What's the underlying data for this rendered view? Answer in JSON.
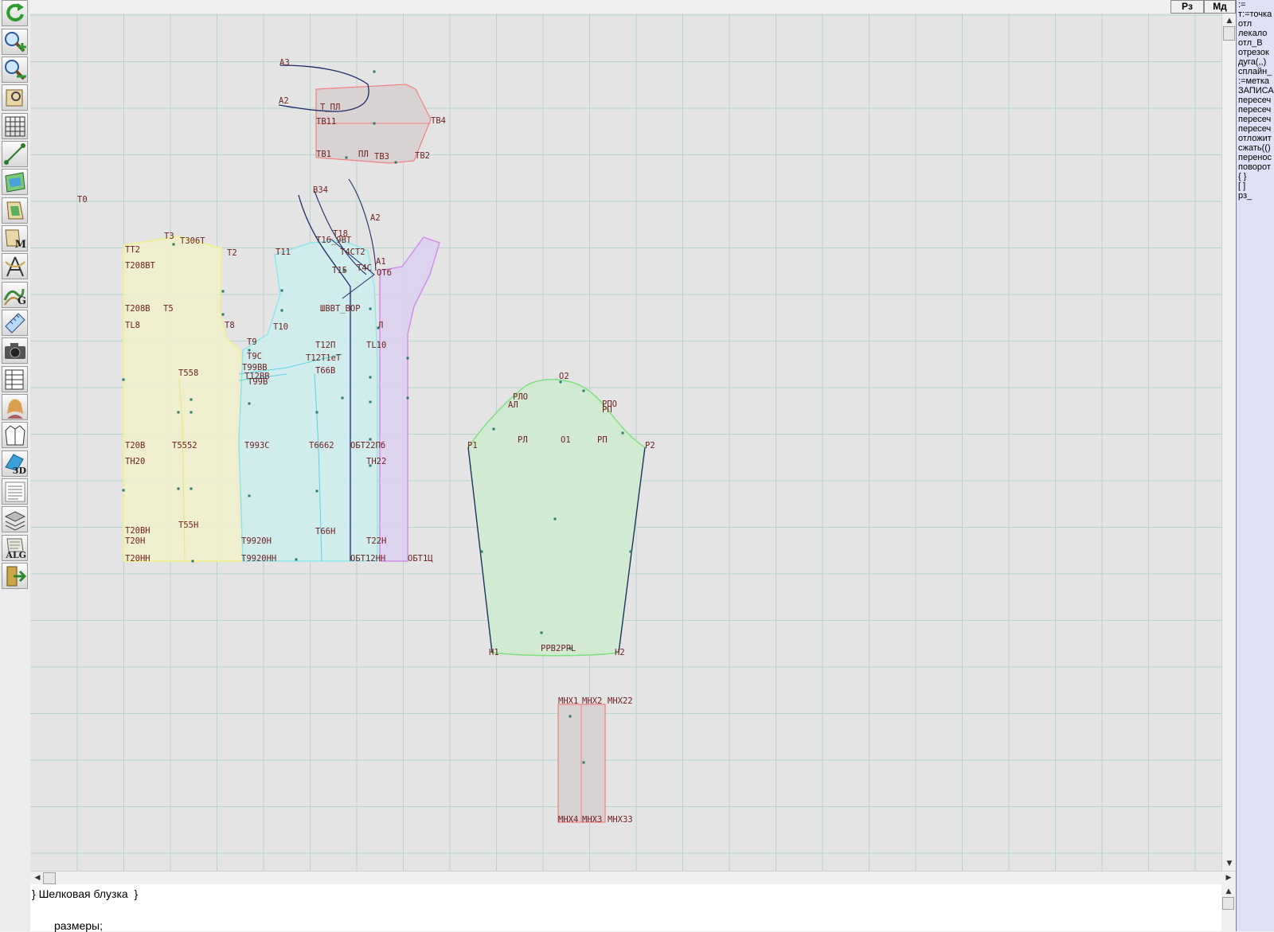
{
  "toolbar": {
    "tools": [
      {
        "name": "refresh-icon"
      },
      {
        "name": "zoom-in-icon"
      },
      {
        "name": "zoom-out-icon"
      },
      {
        "name": "pattern-view-icon"
      },
      {
        "name": "grid-icon"
      },
      {
        "name": "line-tool-icon"
      },
      {
        "name": "map-icon"
      },
      {
        "name": "pattern-piece-icon"
      },
      {
        "name": "measure-m-icon",
        "letter": "M"
      },
      {
        "name": "compass-icon"
      },
      {
        "name": "grading-g-icon",
        "letter": "G"
      },
      {
        "name": "ruler-icon"
      },
      {
        "name": "camera-icon"
      },
      {
        "name": "table-icon"
      },
      {
        "name": "avatar-icon"
      },
      {
        "name": "jacket-icon"
      },
      {
        "name": "3d-icon",
        "letter": "3D"
      },
      {
        "name": "document-icon"
      },
      {
        "name": "layers-icon"
      },
      {
        "name": "algorithm-icon",
        "letter": "ALG"
      },
      {
        "name": "exit-icon"
      }
    ]
  },
  "topbar": {
    "btn_rz": "Рз",
    "btn_md": "Мд"
  },
  "commands": [
    ":=",
    "т:=точка",
    "отл",
    "лекало",
    "отл_В",
    "отрезок",
    "дуга(,,)",
    "сплайн_",
    ":=метка",
    "ЗАПИСА",
    "пересеч",
    "пересеч",
    "пересеч",
    "пересеч",
    "отложит",
    "сжать(()",
    "перенос",
    "поворот",
    "{ }",
    "[ ]",
    "рз_"
  ],
  "console": {
    "line1": "} Шелковая блузка  }",
    "line2": "размеры;"
  },
  "colors": {
    "grid_line": "#b4d3cf",
    "canvas_bg": "#e4e4e4",
    "label": "#6e1e1e",
    "yellow_fill": "#efeecc",
    "cyan_fill": "#cdecec",
    "purple_fill": "#ddd0ee",
    "green_fill": "#d0ead0",
    "gray_fill": "#d9d2d2",
    "panel_bg": "#e0e1f6"
  },
  "labels": {
    "T0": "Т0",
    "A3": "А3",
    "A2": "А2",
    "T_PL": "Т_ПЛ",
    "TB11": "ТВ11",
    "TB4": "ТВ4",
    "TB1": "ТВ1",
    "PL_b": "ПЛ",
    "TB3": "ТВ3",
    "TB2": "ТВ2",
    "B34": "В34",
    "A2b": "А2",
    "T3": "Т3",
    "T306T": "Т306Т",
    "TT2": "ТТ2",
    "T2": "Т2",
    "T11": "Т11",
    "T16_9BT": "Т16_9ВТ",
    "T18": "Т18",
    "T4CT2": "Т4СТ2",
    "T208BT": "Т208ВТ",
    "A1": "А1",
    "T15": "Т15",
    "T4C": "Т4С",
    "OTb": "ОТб",
    "T208B": "Т208В",
    "T5": "Т5",
    "WBBT_BOP": "ШВВТ_ВОР",
    "TL8": "ТL8",
    "T8": "Т8",
    "T10": "Т10",
    "L": "Л",
    "T9": "Т9",
    "T12P": "Т12П",
    "TL10": "ТL10",
    "T9C": "Т9С",
    "T12T1eT": "Т12Т1еТ",
    "T558": "Т558",
    "T99BB": "Т99ВВ",
    "T66B": "Т66В",
    "T12BB": "Т12ВВ",
    "T99B": "Т99В",
    "T20B": "Т20В",
    "T5552": "Т5552",
    "T99ZC": "Т99ЗС",
    "T6662": "Т6662",
    "OBT22Pb": "ОБТ22Пб",
    "TH20": "ТН20",
    "TH22": "ТН22",
    "T20BH": "Т20ВН",
    "T55H": "Т55Н",
    "T66H": "Т66Н",
    "T20H": "Т20Н",
    "T9920H": "Т9920Н",
    "T22H": "Т22Н",
    "T20HH": "Т20НН",
    "T9920HH": "Т9920НН",
    "OBT12HH": "ОБТ12НН",
    "OBT1Ts": "ОБТ1Ц",
    "O2": "О2",
    "RLO": "РЛО",
    "AL": "АЛ",
    "RPO": "РПО",
    "RP_top": "РП",
    "RL": "РЛ",
    "O1": "О1",
    "RP": "РП",
    "P1": "Р1",
    "P2": "Р2",
    "N1": "Н1",
    "PPB2PPL": "РРВ2РРL",
    "H2": "Н2",
    "MHX1": "МНХ1",
    "MHX2": "МНХ2",
    "MHX22": "МНХ22",
    "MHX4": "МНХ4",
    "MHX3": "МНХ3",
    "MHX33": "МНХ33"
  }
}
